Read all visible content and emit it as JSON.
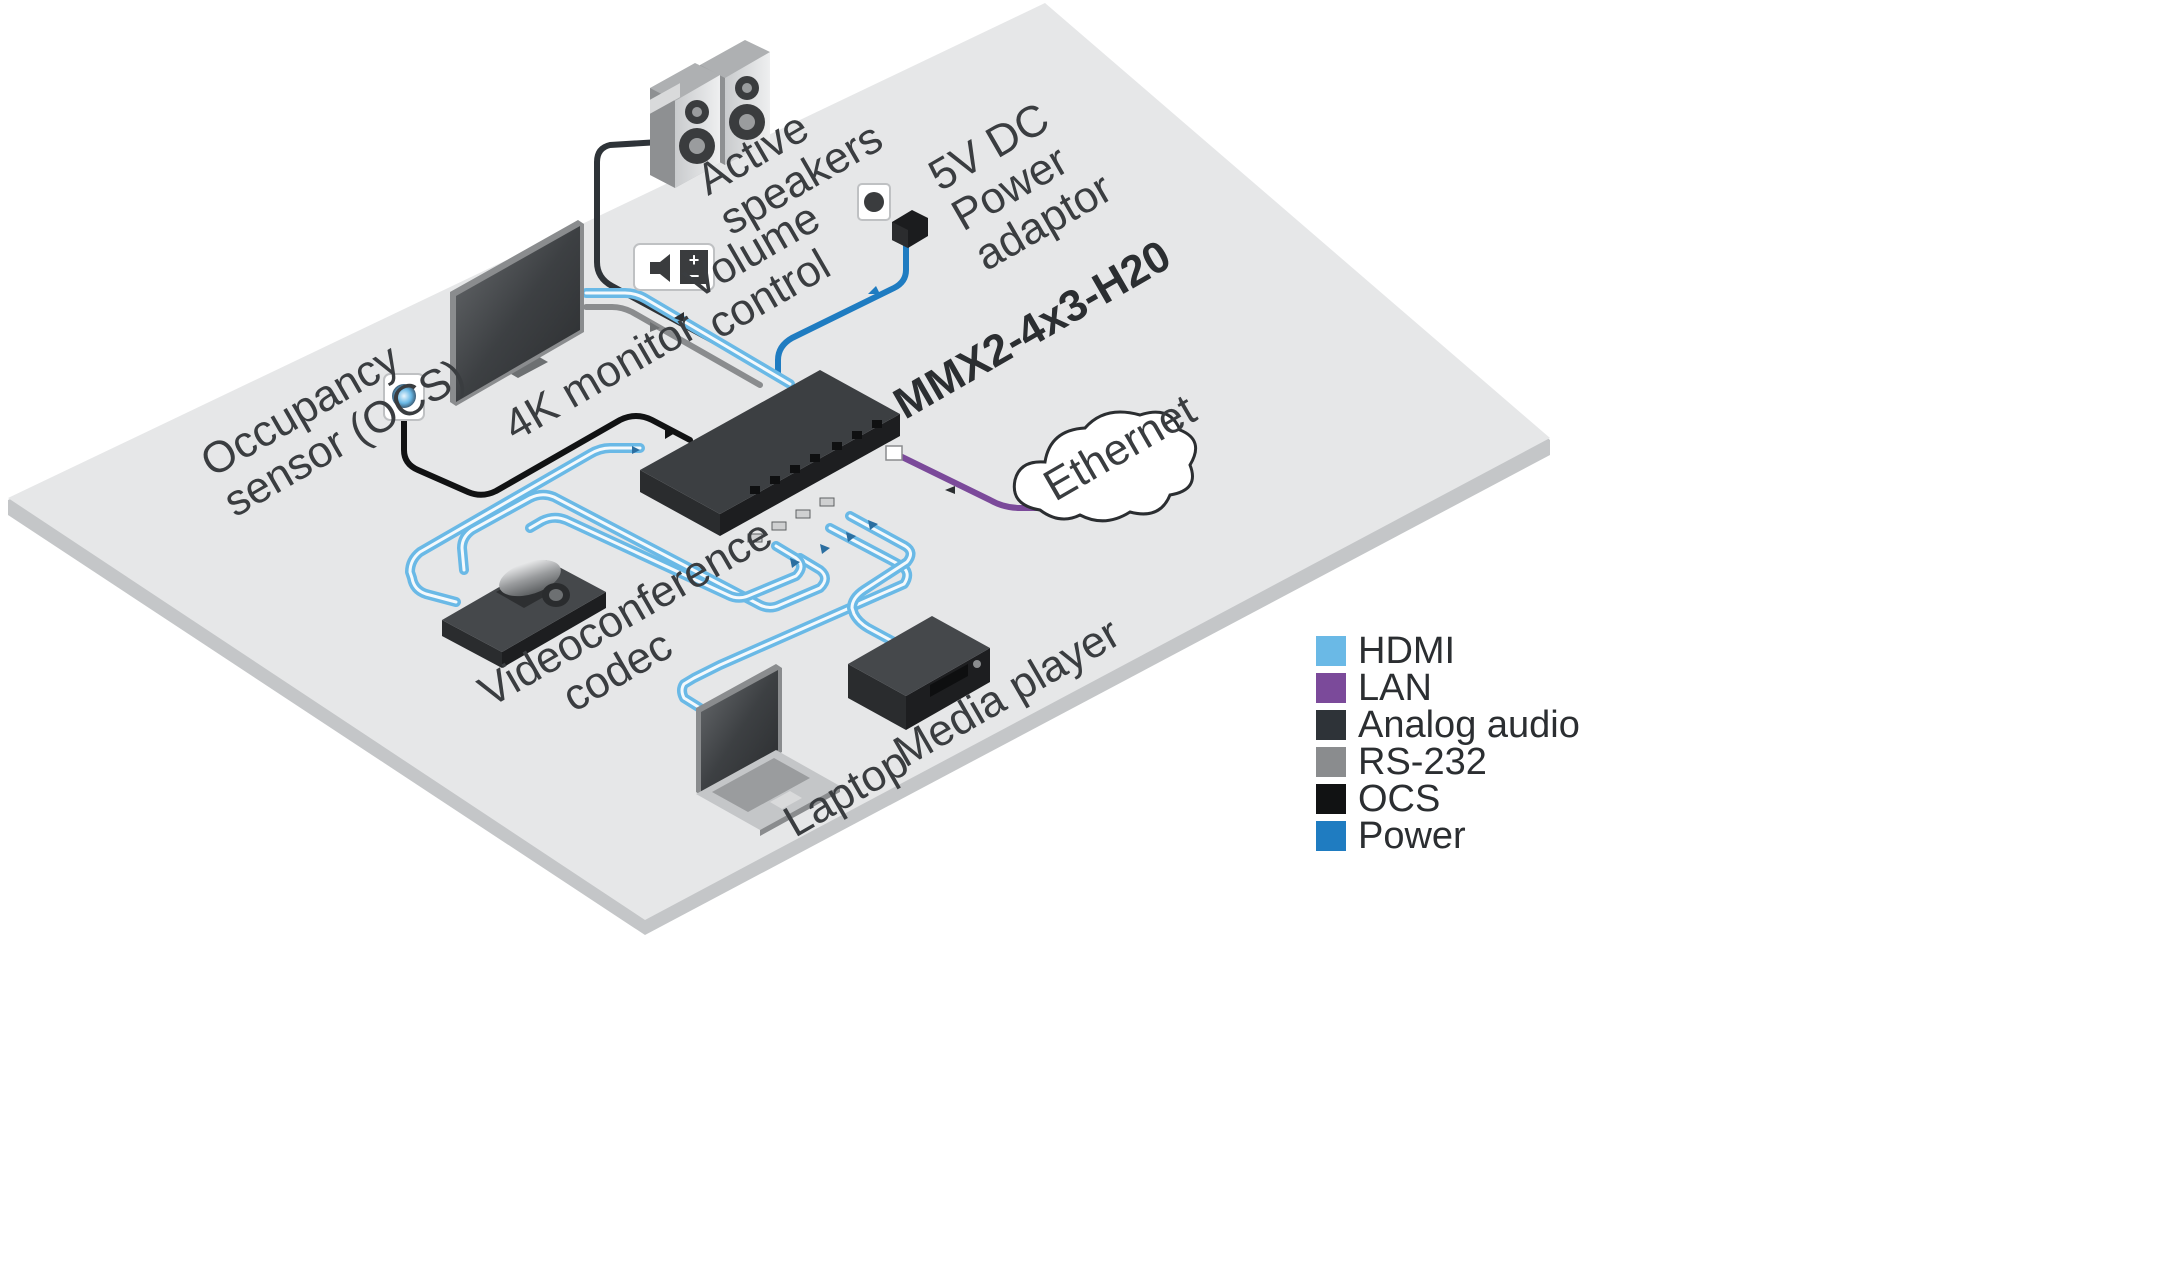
{
  "devices": {
    "speakers": [
      "Active",
      "speakers"
    ],
    "power": [
      "5V DC",
      "Power",
      "adaptor"
    ],
    "volume": [
      "Volume",
      "control"
    ],
    "monitor": "4K monitor",
    "matrix": "MMX2-4x3-H20",
    "ocs": [
      "Occupancy",
      "sensor (OCS)"
    ],
    "ethernet": "Ethernet",
    "codec": [
      "Videoconference",
      "codec"
    ],
    "laptop": "Laptop",
    "media": "Media player"
  },
  "legend": {
    "items": [
      {
        "label": "HDMI",
        "color": "#6ab9e6"
      },
      {
        "label": "LAN",
        "color": "#7b4a9a"
      },
      {
        "label": "Analog audio",
        "color": "#2e3338"
      },
      {
        "label": "RS-232",
        "color": "#8a8c8e"
      },
      {
        "label": "OCS",
        "color": "#111213"
      },
      {
        "label": "Power",
        "color": "#1f7cc1"
      }
    ]
  },
  "colors": {
    "floor": "#e6e7e8",
    "floor_edge": "#c4c6c8",
    "hdmi": "#6ab9e6",
    "lan": "#7b4a9a",
    "audio": "#2e3338",
    "rs232": "#8a8c8e",
    "ocs": "#111213",
    "power": "#1f7cc1"
  }
}
